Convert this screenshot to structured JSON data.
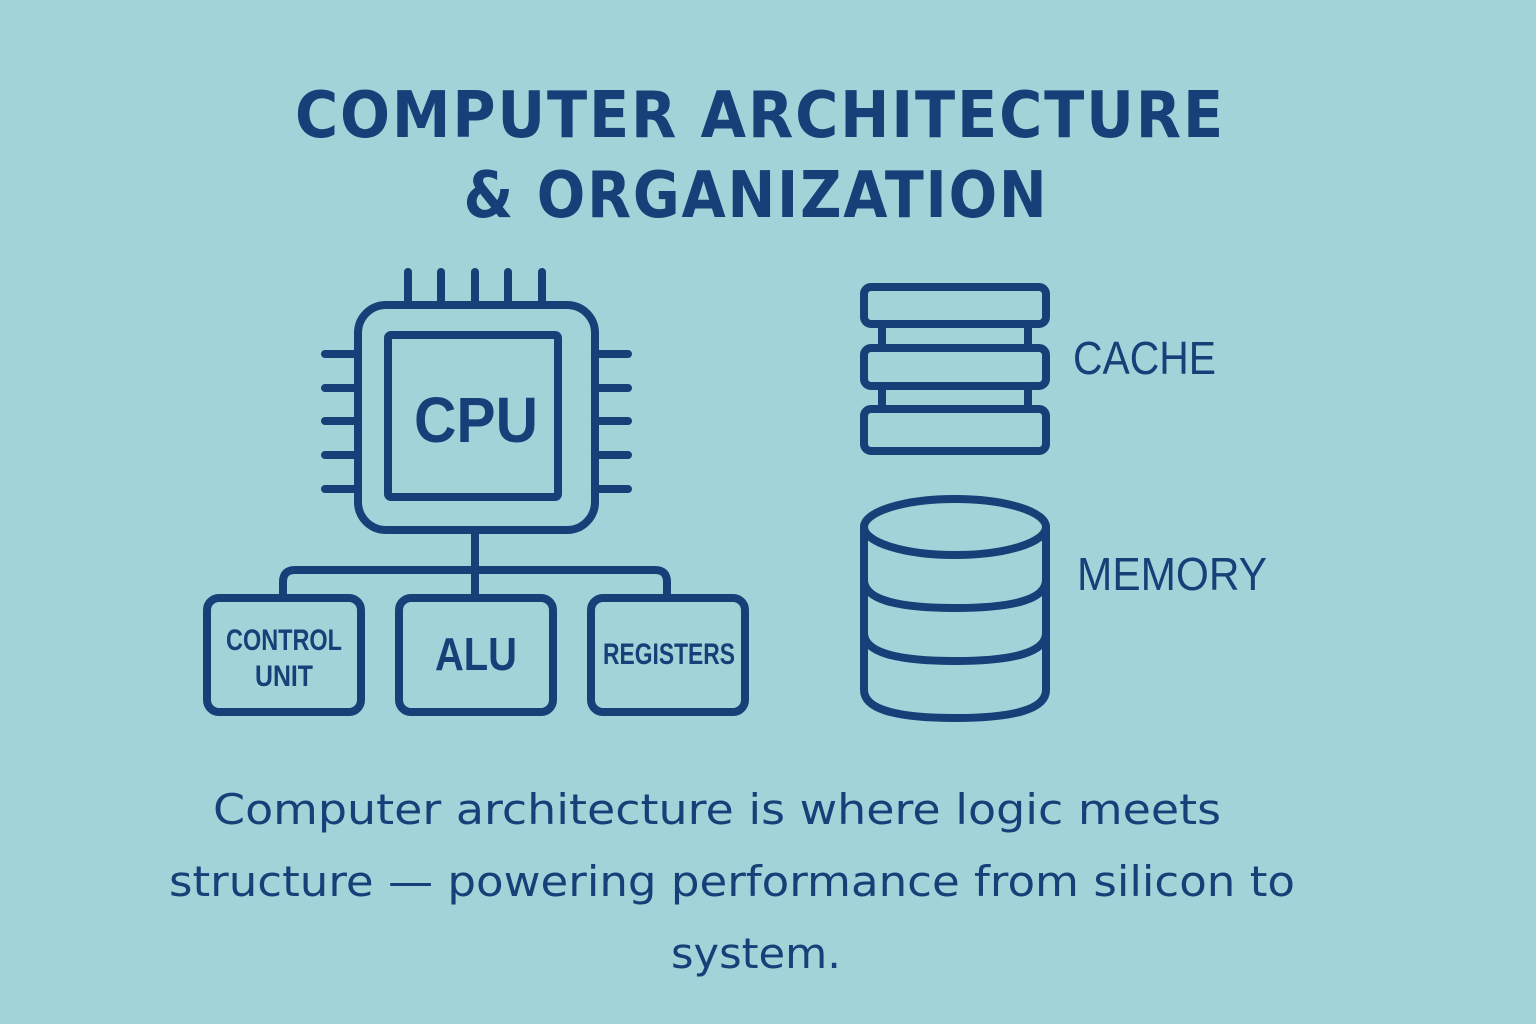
{
  "title": {
    "line1": "COMPUTER ARCHITECTURE",
    "line2": "& ORGANIZATION"
  },
  "cpu": {
    "label": "CPU"
  },
  "components": {
    "control_unit": {
      "line1": "CONTROL",
      "line2": "UNIT"
    },
    "alu": "ALU",
    "registers": "REGISTERS"
  },
  "storage": {
    "cache": "CACHE",
    "memory": "MEMORY"
  },
  "caption": {
    "line1": "Computer architecture is where logic meets",
    "line2": "structure — powering performance from silicon to",
    "line3": "system."
  },
  "colors": {
    "background": "#a0d4d8",
    "ink": "#173f78"
  }
}
